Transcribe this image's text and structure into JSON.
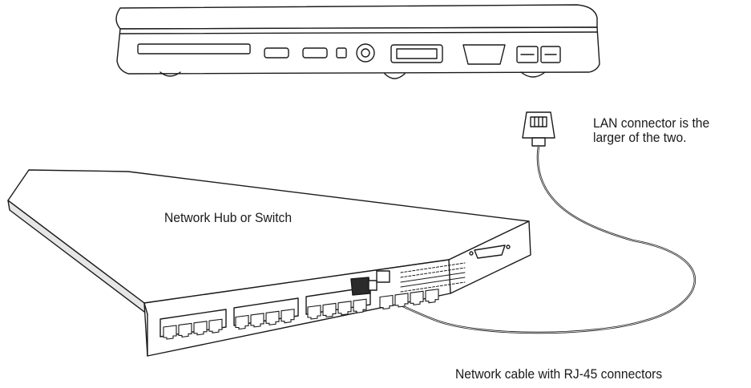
{
  "labels": {
    "hub": "Network Hub or Switch",
    "lan_line1": "LAN connector is the",
    "lan_line2": "larger of the two.",
    "cable": "Network cable with RJ-45 connectors"
  },
  "colors": {
    "stroke": "#1a1a1a",
    "fill": "#ffffff",
    "shade": "#e6e6e6",
    "dark": "#2b2b2b"
  },
  "hub": {
    "port_groups": 4,
    "ports_per_group": 4
  }
}
